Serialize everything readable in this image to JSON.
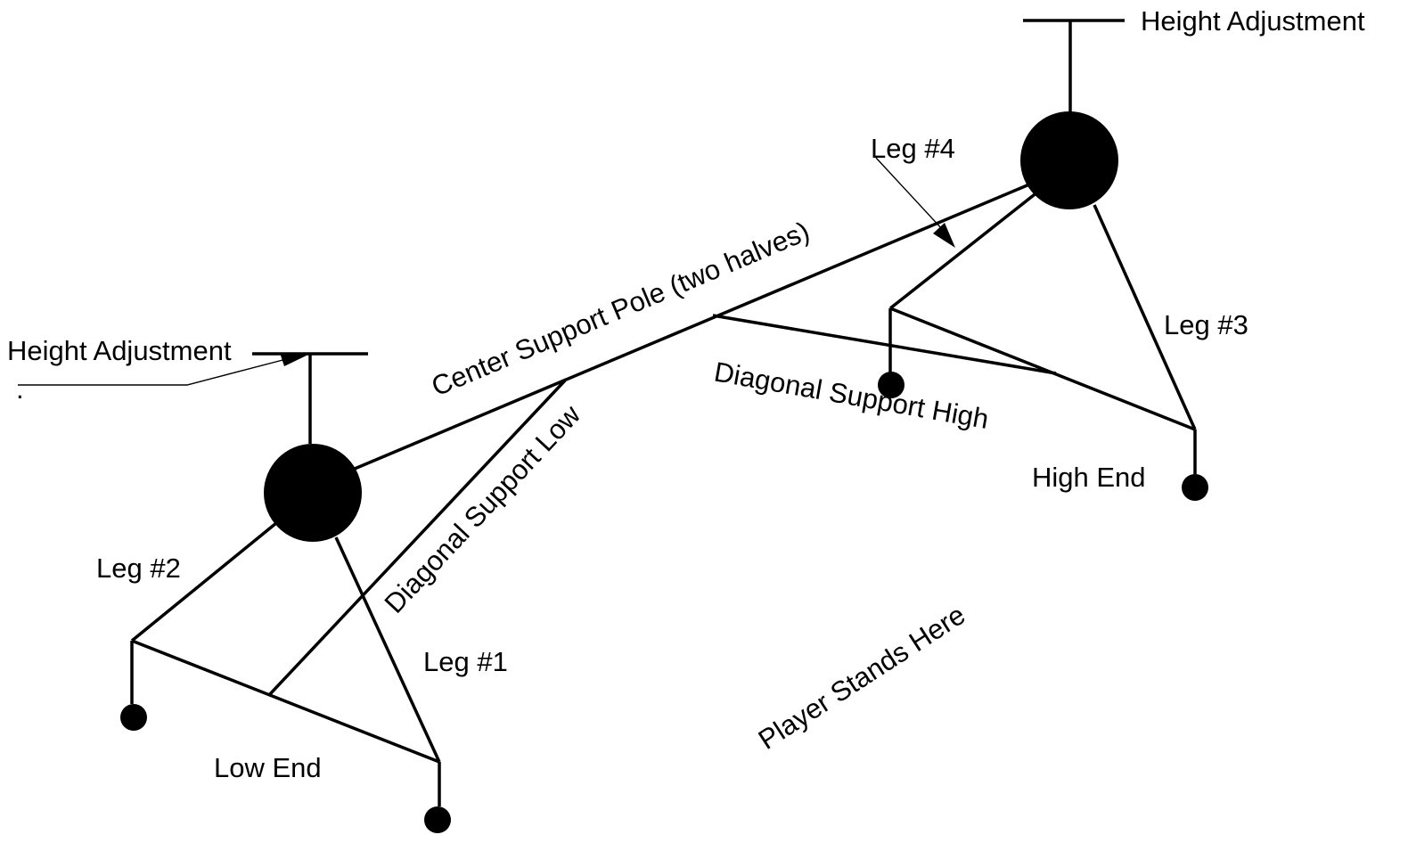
{
  "labels": {
    "height_adjustment_top": "Height Adjustment",
    "height_adjustment_left": "Height Adjustment",
    "stray_mark": ".",
    "leg_1": "Leg #1",
    "leg_2": "Leg #2",
    "leg_3": "Leg #3",
    "leg_4": "Leg #4",
    "center_support_pole": "Center Support Pole (two halves)",
    "diagonal_support_low": "Diagonal Support Low",
    "diagonal_support_high": "Diagonal Support High",
    "low_end": "Low End",
    "high_end": "High End",
    "player_stands_here": "Player Stands Here"
  },
  "colors": {
    "ink": "#000000",
    "background": "#ffffff"
  }
}
